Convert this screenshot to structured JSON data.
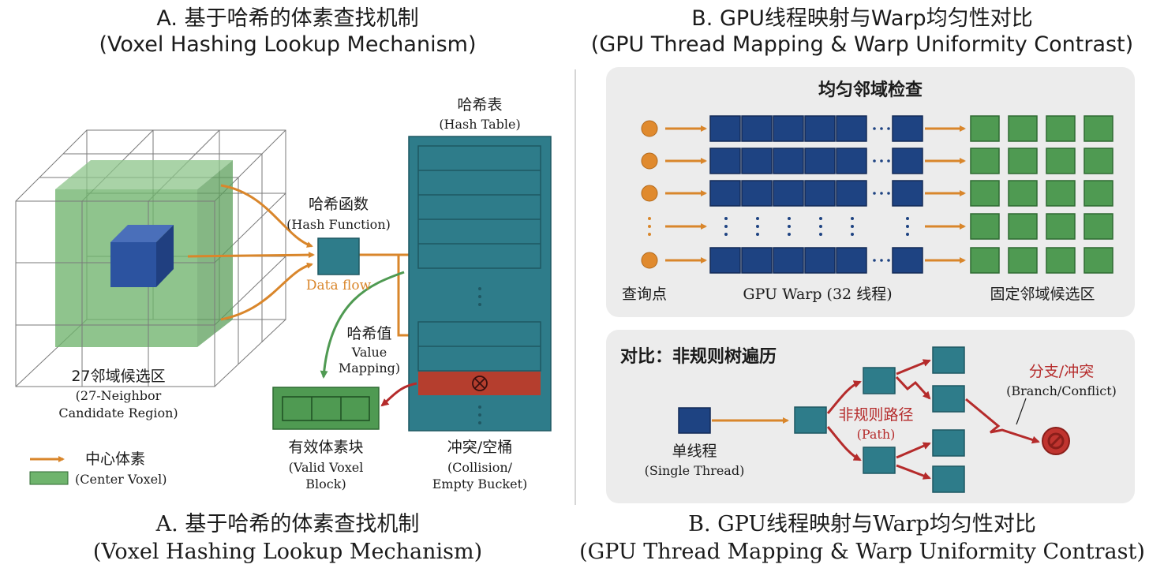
{
  "panel_a": {
    "title_zh": "A. 基于哈希的体素查找机制",
    "title_en": "(Voxel Hashing Lookup Mechanism)",
    "hash_table_zh": "哈希表",
    "hash_table_en": "(Hash Table)",
    "hash_function_zh": "哈希函数",
    "hash_function_en": "(Hash Function)",
    "data_flow": "Data flow",
    "hash_value_zh": "哈希值",
    "hash_value_en_1": "Value",
    "hash_value_en_2": "Mapping)",
    "neighbor_zh": "27邻域候选区",
    "neighbor_en_1": "(27-Neighbor",
    "neighbor_en_2": "Candidate Region)",
    "valid_block_zh": "有效体素块",
    "valid_block_en_1": "(Valid Voxel",
    "valid_block_en_2": "Block)",
    "collision_zh": "冲突/空桶",
    "collision_en_1": "(Collision/",
    "collision_en_2": "Empty Bucket)",
    "legend_center_zh": "中心体素",
    "legend_center_en": "(Center Voxel)",
    "footer_zh": "A. 基于哈希的体素查找机制",
    "footer_en": "(Voxel Hashing Lookup Mechanism)"
  },
  "panel_b": {
    "title_zh": "B. GPU线程映射与Warp均匀性对比",
    "title_en": "(GPU Thread Mapping & Warp Uniformity Contrast)",
    "uniform_title": "均匀邻域检查",
    "query_points": "查询点",
    "gpu_warp": "GPU Warp (32 线程)",
    "fixed_region": "固定邻域候选区",
    "irregular_title": "对比：非规则树遍历",
    "single_thread_zh": "单线程",
    "single_thread_en": "(Single Thread)",
    "path_zh": "非规则路径",
    "path_en": "(Path)",
    "branch_zh": "分支/冲突",
    "branch_en": "(Branch/Conflict)",
    "footer_zh": "B. GPU线程映射与Warp均匀性对比",
    "footer_en": "(GPU Thread Mapping & Warp Uniformity Contrast)"
  },
  "colors": {
    "teal": "#2e7c8a",
    "navy": "#1e4382",
    "green": "#4f9a52",
    "orange": "#d9862b",
    "red": "#b52b2b",
    "panel_bg": "#ececec"
  }
}
